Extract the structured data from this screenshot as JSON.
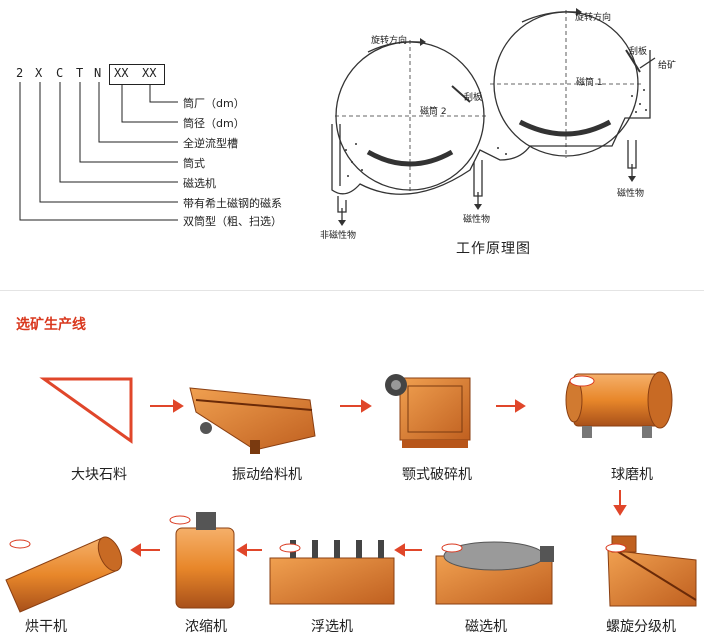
{
  "model_code": {
    "letters": [
      "2",
      "X",
      "C",
      "T",
      "N"
    ],
    "box": [
      "XX",
      "XX"
    ],
    "legend": [
      "筒厂（dm）",
      "筒径（dm）",
      "全逆流型槽",
      "筒式",
      "磁选机",
      "带有希土磁钢的磁系",
      "双筒型（粗、扫选）"
    ]
  },
  "diagram": {
    "labels": {
      "rotation_left": "旋转方向",
      "rotation_right": "旋转方向",
      "scraper_left": "刮板",
      "scraper_right": "刮板",
      "drum2": "磁筒 2",
      "drum1": "磁筒 1",
      "feed": "给矿",
      "nonmagnetic": "非磁性物",
      "magnetic_mid": "磁性物",
      "magnetic_right": "磁性物"
    },
    "caption": "工作原理图"
  },
  "production_line": {
    "title": "选矿生产线",
    "equipment": [
      "大块石料",
      "振动给料机",
      "颚式破碎机",
      "球磨机",
      "螺旋分级机",
      "磁选机",
      "浮选机",
      "浓缩机",
      "烘干机"
    ]
  },
  "colors": {
    "accent": "#e0462a",
    "machine": "#e8872a",
    "machine_dark": "#b8561a",
    "title": "#d9381e"
  }
}
